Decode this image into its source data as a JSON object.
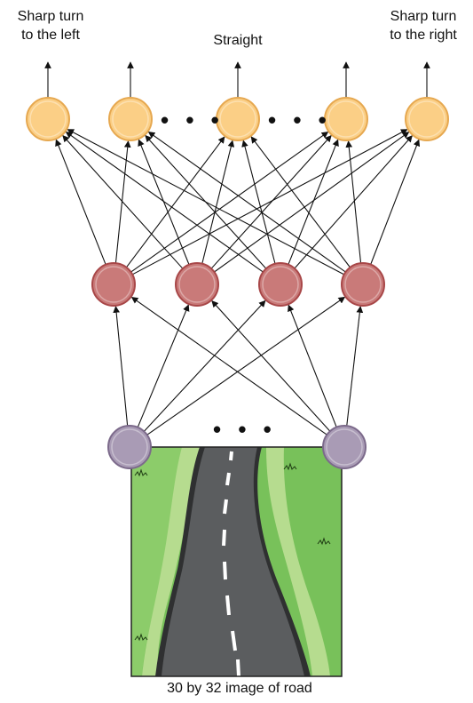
{
  "labels": {
    "left": [
      "Sharp turn",
      "to the left"
    ],
    "middle": "Straight",
    "right": [
      "Sharp turn",
      "to the right"
    ]
  },
  "ellipsis": "• • •",
  "caption": "30 by 32 image of road",
  "colors": {
    "output_fill": "#fbcf86",
    "output_stroke": "#e6a850",
    "hidden_fill": "#c97a79",
    "hidden_stroke": "#a84748",
    "input_fill": "#a99bb5",
    "input_stroke": "#7c6a8b",
    "grass": "#78c15a",
    "grass_light": "#b6dc8f",
    "road": "#5b5d5f",
    "road_edge": "#2f3031",
    "lane": "#ffffff"
  }
}
